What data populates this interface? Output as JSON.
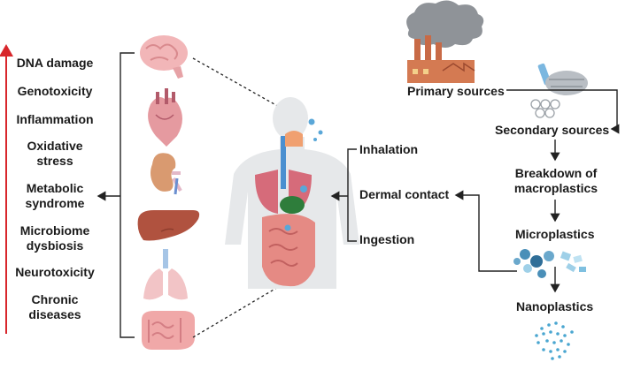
{
  "effects": [
    {
      "id": "dna",
      "label": "DNA damage"
    },
    {
      "id": "geno",
      "label": "Genotoxicity"
    },
    {
      "id": "infl",
      "label": "Inflammation"
    },
    {
      "id": "oxid",
      "label": "Oxidative\nstress"
    },
    {
      "id": "meta",
      "label": "Metabolic\nsyndrome"
    },
    {
      "id": "micro",
      "label": "Microbiome\ndysbiosis"
    },
    {
      "id": "neuro",
      "label": "Neurotoxicity"
    },
    {
      "id": "chronic",
      "label": "Chronic\ndiseases"
    }
  ],
  "organs": [
    "brain-icon",
    "heart-icon",
    "kidney-icon",
    "liver-icon",
    "lungs-icon",
    "intestine-icon"
  ],
  "exposure_routes": {
    "inhalation": "Inhalation",
    "dermal": "Dermal contact",
    "ingestion": "Ingestion"
  },
  "sources": {
    "primary": "Primary sources",
    "secondary": "Secondary sources",
    "breakdown": "Breakdown of\nmacroplastics",
    "microplastics": "Microplastics",
    "nanoplastics": "Nanoplastics"
  },
  "colors": {
    "arrow_red": "#d8262b",
    "line": "#222222",
    "organ_pink": "#f2b9bd",
    "liver": "#b0523f",
    "kidney": "#d99a70",
    "factory_brick": "#c86a46",
    "smoke": "#8f9398",
    "particle_blue": "#4a8fb8",
    "particle_light": "#9fd0e8"
  }
}
